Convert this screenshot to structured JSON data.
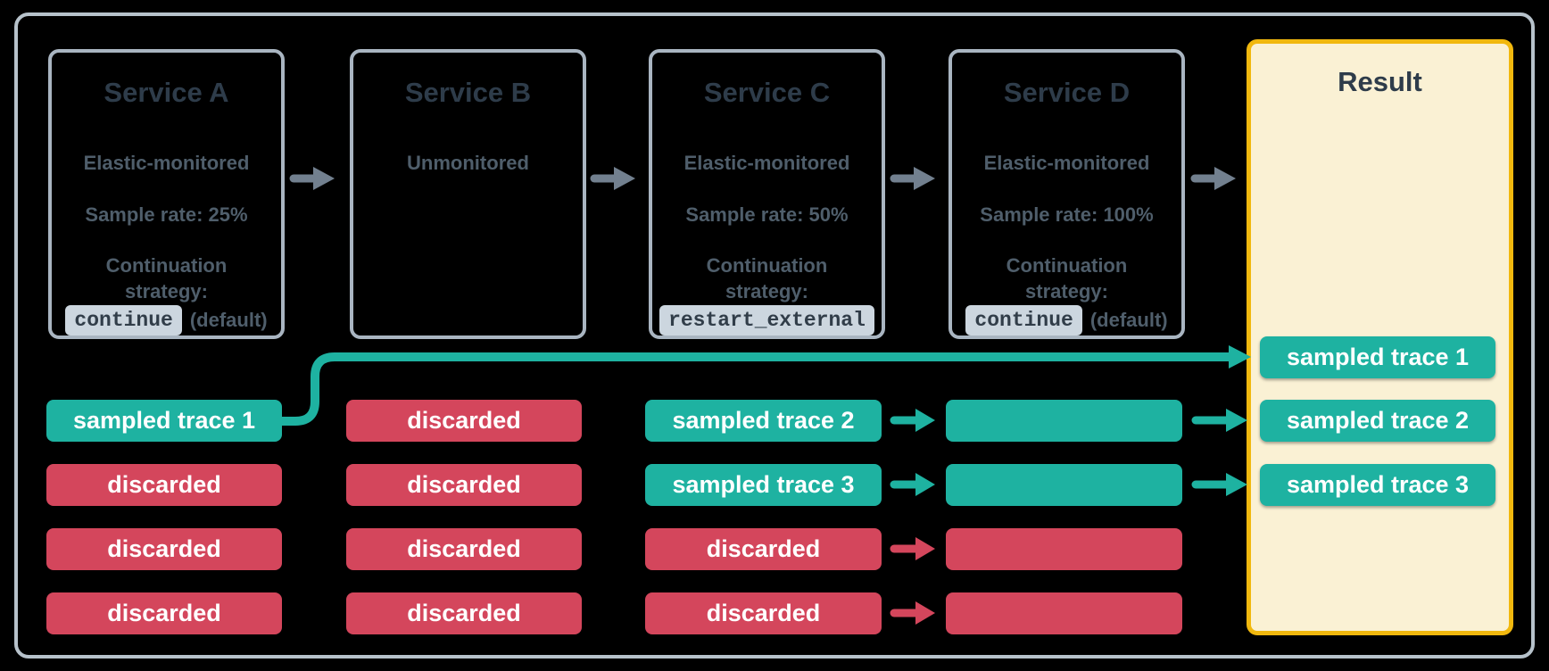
{
  "colors": {
    "background": "#000000",
    "frame-border": "#b7c2cb",
    "box-border": "#a9b5c1",
    "title-text": "#2e3c4a",
    "body-text": "#4f5e6b",
    "code-bg": "#ccd6df",
    "code-text": "#313d49",
    "sampled": "#1eb2a1",
    "discarded": "#d4465c",
    "result-fill": "#faf1d4",
    "result-border": "#f1b80e",
    "flow-arrow": "#72808f",
    "chip-text": "#ffffff"
  },
  "services": [
    {
      "title": "Service A",
      "subtitle": "Elastic-monitored",
      "sample_rate": "Sample rate: 25%",
      "continuation_label": "Continuation strategy:",
      "strategy_code": "continue",
      "strategy_suffix": "(default)"
    },
    {
      "title": "Service B",
      "subtitle": "Unmonitored"
    },
    {
      "title": "Service C",
      "subtitle": "Elastic-monitored",
      "sample_rate": "Sample rate: 50%",
      "continuation_label": "Continuation strategy:",
      "strategy_code": "restart_external",
      "strategy_suffix": ""
    },
    {
      "title": "Service D",
      "subtitle": "Elastic-monitored",
      "sample_rate": "Sample rate: 100%",
      "continuation_label": "Continuation strategy:",
      "strategy_code": "continue",
      "strategy_suffix": "(default)"
    }
  ],
  "result": {
    "title": "Result",
    "traces": [
      "sampled trace 1",
      "sampled trace 2",
      "sampled trace 3"
    ]
  },
  "trace_columns": {
    "service_a": [
      {
        "label": "sampled trace 1",
        "status": "sampled"
      },
      {
        "label": "discarded",
        "status": "discarded"
      },
      {
        "label": "discarded",
        "status": "discarded"
      },
      {
        "label": "discarded",
        "status": "discarded"
      }
    ],
    "service_b": [
      {
        "label": "discarded",
        "status": "discarded"
      },
      {
        "label": "discarded",
        "status": "discarded"
      },
      {
        "label": "discarded",
        "status": "discarded"
      },
      {
        "label": "discarded",
        "status": "discarded"
      }
    ],
    "service_c": [
      {
        "label": "sampled trace 2",
        "status": "sampled"
      },
      {
        "label": "sampled trace 3",
        "status": "sampled"
      },
      {
        "label": "discarded",
        "status": "discarded"
      },
      {
        "label": "discarded",
        "status": "discarded"
      }
    ],
    "service_d": [
      {
        "label": "",
        "status": "sampled"
      },
      {
        "label": "",
        "status": "sampled"
      },
      {
        "label": "",
        "status": "discarded"
      },
      {
        "label": "",
        "status": "discarded"
      }
    ]
  }
}
